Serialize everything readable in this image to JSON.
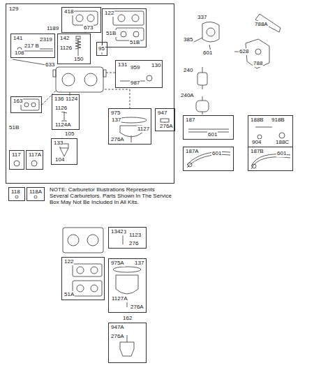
{
  "diagram": {
    "nodes": [
      {
        "text": [
          "129"
        ]
      },
      {
        "text": [
          "418",
          "673"
        ],
        "in": 0
      },
      {
        "text": [
          "122",
          "51B",
          "51B"
        ],
        "in": 0
      },
      {
        "text": [
          "141",
          "2319",
          "217 B",
          "108"
        ],
        "in": 0
      },
      {
        "text": [
          "142",
          "1126",
          "150"
        ],
        "in": 0
      },
      {
        "text": [
          "95"
        ],
        "in": 0
      },
      {
        "text": [
          "131",
          "959",
          "130",
          "987"
        ],
        "in": 0
      },
      {
        "text": [
          "163"
        ],
        "in": 0
      },
      {
        "text": [
          "136",
          "1124",
          "1126",
          "1124A"
        ],
        "in": 0
      },
      {
        "text": [
          "133",
          "104"
        ],
        "in": 0
      },
      {
        "text": [
          "975",
          "137",
          "1127",
          "276A"
        ],
        "in": 0
      },
      {
        "text": [
          "947",
          "276A"
        ],
        "in": 0
      },
      {
        "text": [
          "117"
        ],
        "in": 0
      },
      {
        "text": [
          "117A"
        ],
        "in": 0
      },
      {
        "text": [
          "118"
        ]
      },
      {
        "text": [
          "118A"
        ]
      },
      {
        "text": [
          "187",
          "601"
        ]
      },
      {
        "text": [
          "188B",
          "918B",
          "904",
          "188C"
        ]
      },
      {
        "text": [
          "187A",
          "601"
        ]
      },
      {
        "text": [
          "187B",
          "601"
        ]
      },
      {
        "text": [
          "1342",
          "1123",
          "276"
        ]
      },
      {
        "text": [
          "122",
          "51A"
        ]
      },
      {
        "text": [
          "975A",
          "137",
          "1127A",
          "276A"
        ]
      },
      {
        "text": [
          "947A",
          "276A"
        ]
      }
    ],
    "labels": [
      "1189",
      "633",
      "105",
      "51B",
      "NOTE: Carburetor Illustrations Represents Several Carburetors. Parts Shown In The Service Box May Not Be Included In All Kits.",
      "337",
      "385",
      "601",
      "240",
      "240A",
      "788A",
      "628",
      "788",
      "162"
    ]
  }
}
